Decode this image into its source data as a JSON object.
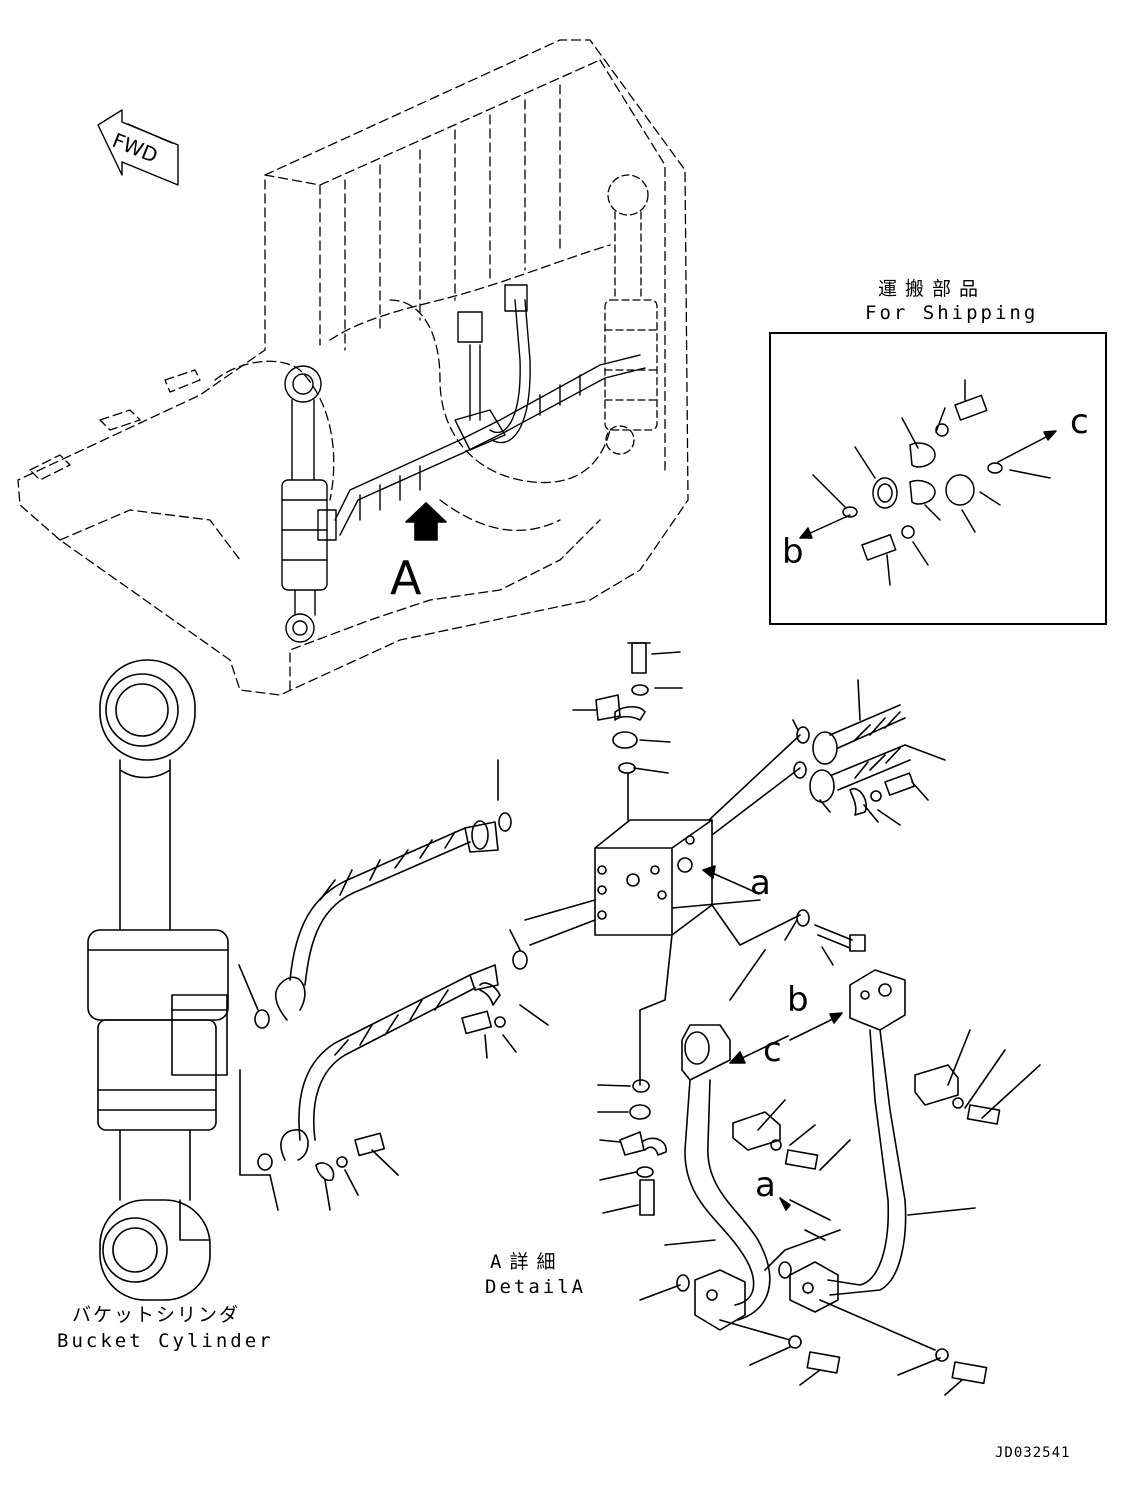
{
  "orientation": {
    "fwd_label": "FWD"
  },
  "view_marker": {
    "letter": "A"
  },
  "shipping": {
    "title_jp": "運搬部品",
    "title_en": "For Shipping",
    "callout_b": "b",
    "callout_c": "c"
  },
  "detail": {
    "title_jp": "A詳細",
    "title_en": "DetailA",
    "callout_a_upper": "a",
    "callout_a_lower": "a",
    "callout_b": "b",
    "callout_c": "c"
  },
  "bucket_cylinder": {
    "title_jp": "バケットシリンダ",
    "title_en": "Bucket Cylinder"
  },
  "drawing_code": "JD032541",
  "colors": {
    "line": "#000000",
    "background": "#ffffff"
  }
}
